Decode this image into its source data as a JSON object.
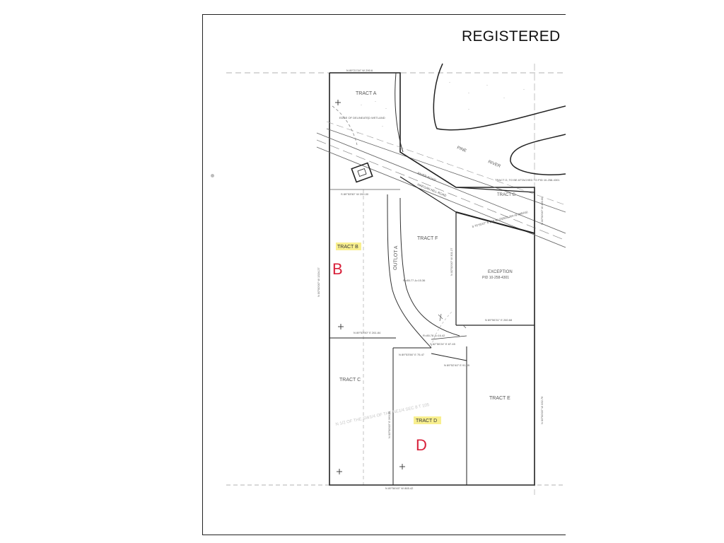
{
  "document": {
    "title": "REGISTERED L",
    "tracts": {
      "a": "TRACT A",
      "b_highlight": "TRACT B",
      "b_big": "B",
      "c": "TRACT C",
      "d_highlight": "TRACT D",
      "d_big": "D",
      "e": "TRACT E",
      "f": "TRACT F",
      "g": "TRACT G"
    },
    "labels": {
      "outlot": "OUTLOT A",
      "river1": "PINE",
      "river2": "RIVER",
      "exception": "EXCEPTION",
      "exception_pid": "PID 10-258-4301",
      "attach_note": "TRACT G, TO BE ATTACHED TO PID 10-258-4301",
      "wetland": "EDGE OF DELINEATED WETLAND",
      "vertical_note": "N 1/2 OF THE SW1/4 OF THE NE1/4 SEC 8 T 105",
      "road1": "HAEGAN HILL ROAD",
      "road2": "RIVER ROAD"
    },
    "bearings": {
      "top": "N 89°21'34\" W 290.6",
      "b_line": "S 89°53'50\" W 200.00",
      "tract_c_line": "N 89°53'50\" E 261.84",
      "d_line1": "N 89°53'56\" E 75.47",
      "d_line2": "N 89°52'40\" E 91.05",
      "e_line": "N 89°56'31\" E 260.68",
      "bottom": "N 89°56'45\" W 865.42",
      "left_side": "N 00°00'00\" W 1324.27",
      "gdiag": "S 79°55'07\" E 268.30 (DEED) 264.42 (MEAS)",
      "curve1": "R=85.77 Δ=15.36",
      "curve2": "R=85.78 Δ=16.42",
      "right_side": "N 00°00'00\" W 460.00",
      "e_right": "N 00°00'00\" W 332.76",
      "mid_v1": "N 00°00'00\" W 301.27",
      "mid_v2": "N 00°00'00\" E 263.09",
      "seg1": "S 82°50'24\" E 87.45"
    }
  }
}
